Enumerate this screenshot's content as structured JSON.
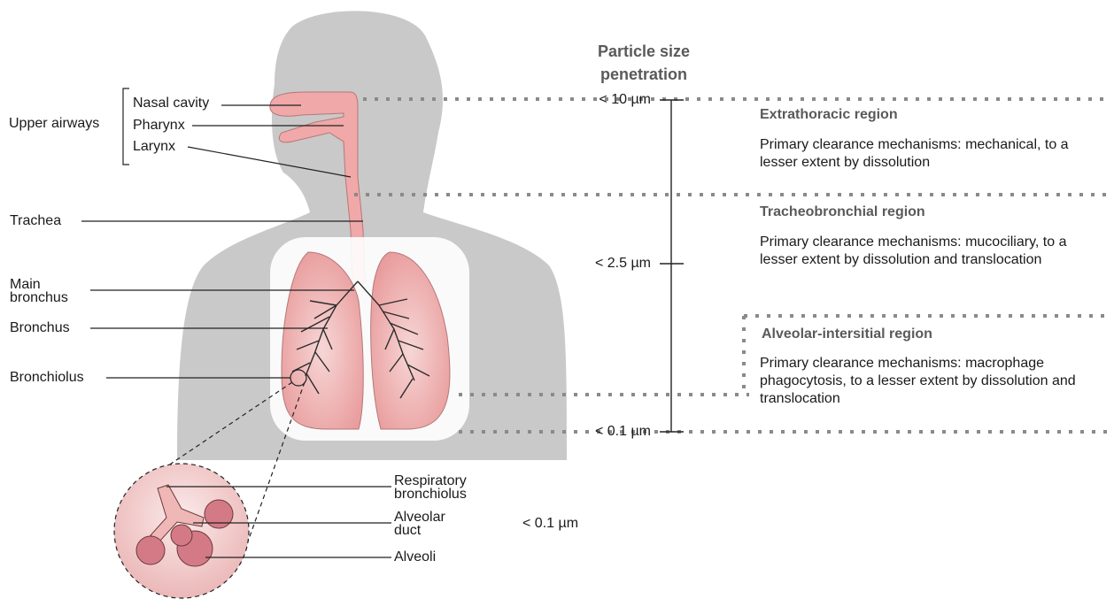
{
  "upper_airways": {
    "group_label": "Upper airways",
    "nasal_cavity": "Nasal cavity",
    "pharynx": "Pharynx",
    "larynx": "Larynx"
  },
  "lower_airways": {
    "trachea": "Trachea",
    "main_bronchus_line1": "Main",
    "main_bronchus_line2": "bronchus",
    "bronchus": "Bronchus",
    "bronchiolus": "Bronchiolus"
  },
  "inset": {
    "resp_bronchiolus_line1": "Respiratory",
    "resp_bronchiolus_line2": "bronchiolus",
    "alveolar_duct_line1": "Alveolar",
    "alveolar_duct_line2": "duct",
    "alveoli": "Alveoli",
    "size": "< 0.1 µm"
  },
  "particle_scale": {
    "title_line1": "Particle size",
    "title_line2": "penetration",
    "tick_top": "< 10 µm",
    "tick_mid": "< 2.5 µm",
    "tick_bottom": "< 0.1 µm"
  },
  "regions": [
    {
      "title": "Extrathoracic region",
      "text": "Primary clearance mechanisms: mechanical, to a lesser extent by dissolution"
    },
    {
      "title": "Tracheobronchial region",
      "text": "Primary clearance mechanisms: mucociliary, to a lesser extent by dissolution and translocation"
    },
    {
      "title": "Alveolar-intersitial region",
      "text": "Primary clearance mechanisms: macrophage phagocytosis, to a lesser extent by dissolution and translocation"
    }
  ],
  "colors": {
    "body_silhouette": "#c9c9c9",
    "airway": "#f0a8a8",
    "lung": "#f3c6c6",
    "dotted_line": "#8a8a8a",
    "title_gray": "#5a5a5a"
  }
}
